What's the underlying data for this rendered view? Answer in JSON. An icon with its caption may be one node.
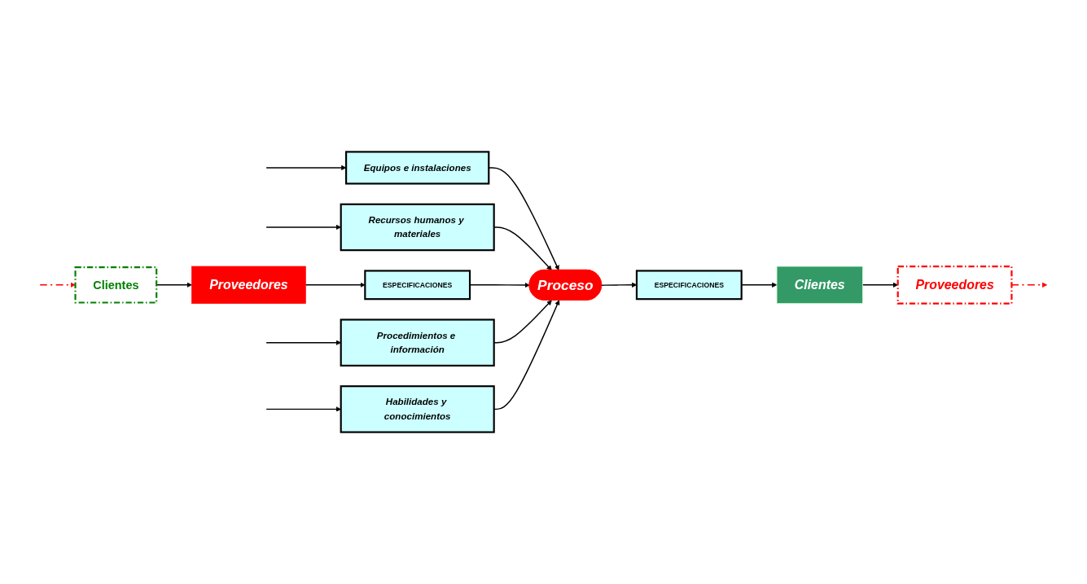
{
  "diagram": {
    "nodes": [
      {
        "text": [
          "Proveedores"
        ]
      },
      {
        "text": [
          "Clientes"
        ]
      },
      {
        "text": [
          "Equipos e instalaciones"
        ]
      },
      {
        "text": [
          "Recursos humanos y materiales"
        ]
      },
      {
        "text": [
          "ESPECIFICACIONES"
        ]
      },
      {
        "text": [
          "Proceso"
        ]
      },
      {
        "text": [
          "ESPECIFICACIONES"
        ]
      },
      {
        "text": [
          "Clientes"
        ]
      },
      {
        "text": [
          "Proveedores"
        ]
      },
      {
        "text": [
          "Procedimientos e información"
        ]
      },
      {
        "text": [
          "Habilidades y conocimientos"
        ]
      }
    ],
    "edges": [
      {
        "from": null,
        "to": 3,
        "arrow": "to"
      },
      {
        "from": null,
        "to": 2,
        "arrow": "to"
      },
      {
        "from": null,
        "to": 9,
        "arrow": "to"
      },
      {
        "from": 2,
        "to": 5,
        "arrow": "to"
      },
      {
        "from": 3,
        "to": 5,
        "arrow": "to"
      },
      {
        "from": 0,
        "to": 4,
        "arrow": "to"
      },
      {
        "from": 4,
        "to": 5,
        "arrow": "to"
      },
      {
        "from": 5,
        "to": 6,
        "arrow": "to"
      },
      {
        "from": 6,
        "to": 7,
        "arrow": "to"
      },
      {
        "from": 7,
        "to": 8,
        "arrow": "to"
      },
      {
        "from": 8,
        "to": null,
        "arrow": "to",
        "style": "dashed",
        "color": "#ff0000"
      },
      {
        "from": null,
        "to": 1,
        "arrow": "to",
        "style": "dashed",
        "color": "#ff0000"
      },
      {
        "from": 1,
        "to": 0,
        "arrow": "to"
      },
      {
        "from": 9,
        "to": 5,
        "arrow": "to"
      },
      {
        "from": 10,
        "to": 5,
        "arrow": "to"
      },
      {
        "from": null,
        "to": 10,
        "arrow": "to"
      }
    ]
  }
}
